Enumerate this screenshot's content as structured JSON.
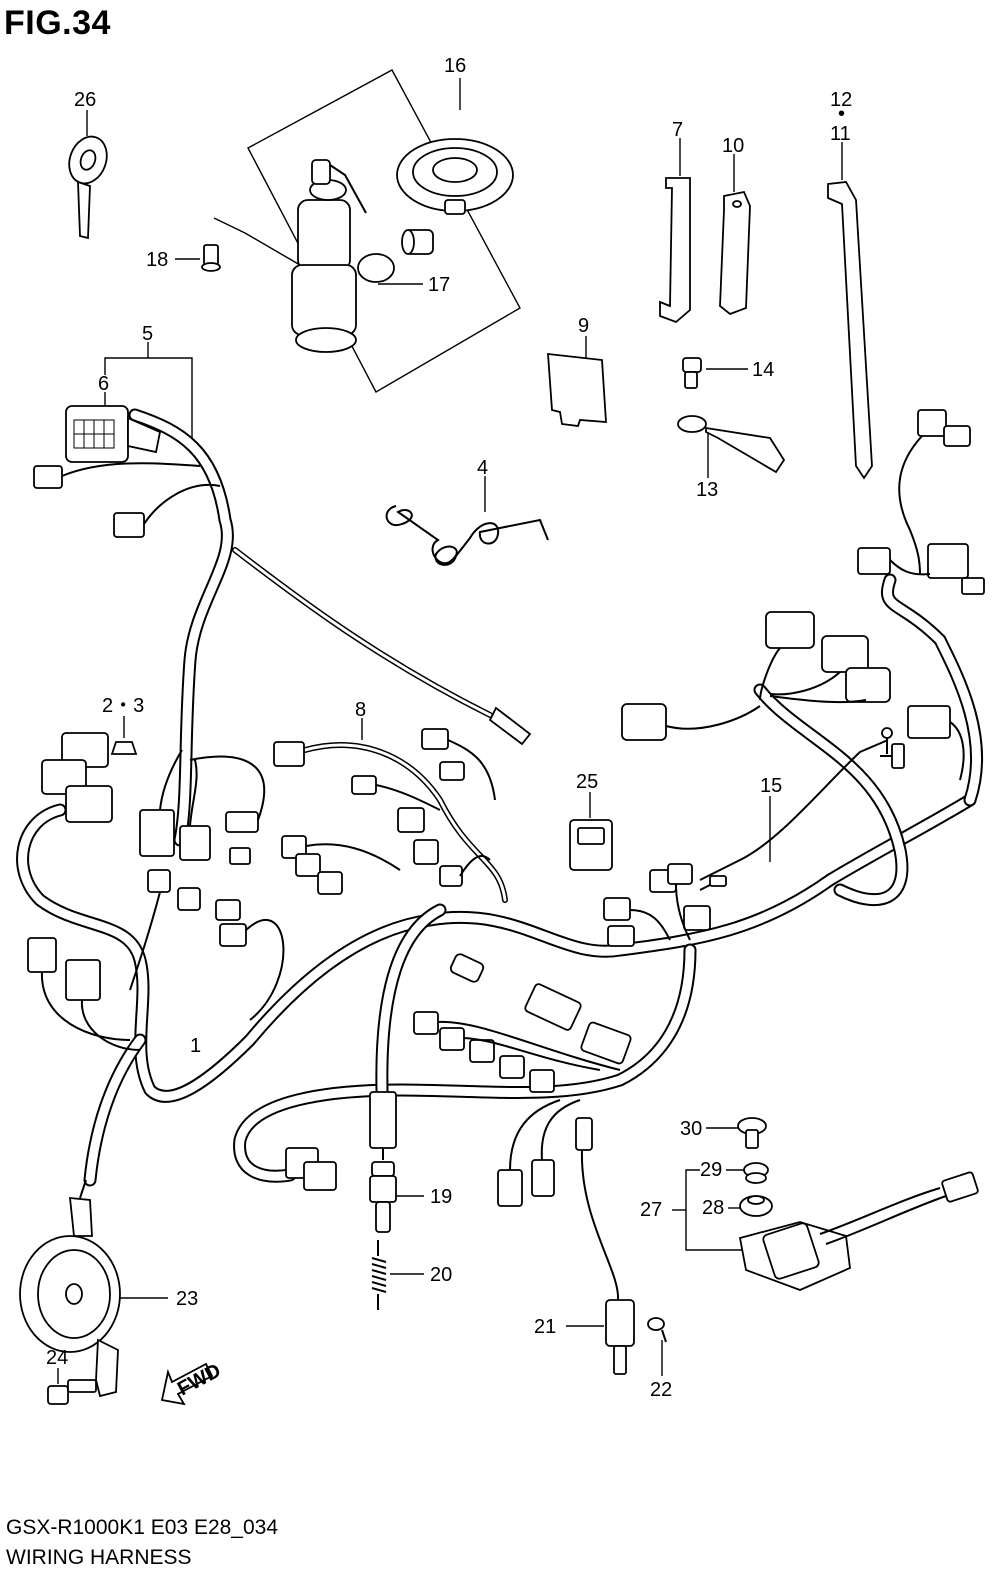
{
  "header": {
    "figure_title": "FIG.34"
  },
  "footer": {
    "model_code": "GSX-R1000K1 E03 E28_034",
    "section_name": "WIRING HARNESS"
  },
  "callouts": {
    "c1": "1",
    "c2_3": "2・3",
    "c4": "4",
    "c5": "5",
    "c6": "6",
    "c7": "7",
    "c8": "8",
    "c9": "9",
    "c10": "10",
    "c12": "12",
    "c12_dot": "•",
    "c11": "11",
    "c13": "13",
    "c14": "14",
    "c15": "15",
    "c16": "16",
    "c17": "17",
    "c18": "18",
    "c19": "19",
    "c20": "20",
    "c21": "21",
    "c22": "22",
    "c23": "23",
    "c24": "24",
    "c25": "25",
    "c26": "26",
    "c27": "27",
    "c28": "28",
    "c29": "29",
    "c30": "30"
  },
  "arrow": {
    "fwd_label": "FWD"
  }
}
